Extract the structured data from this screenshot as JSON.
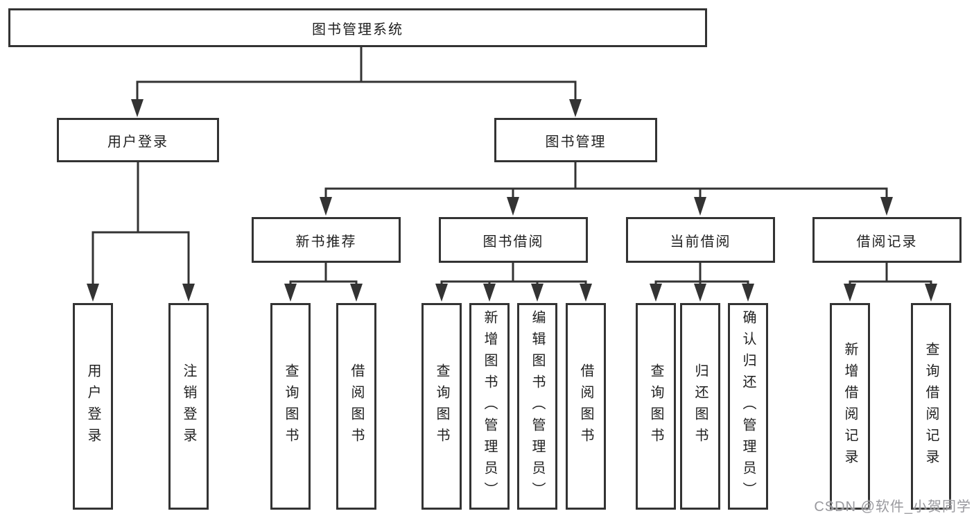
{
  "tree": {
    "root": {
      "label": "图书管理系统"
    },
    "children": [
      {
        "label": "用户登录",
        "children": [
          {
            "label": "用户登录"
          },
          {
            "label": "注销登录"
          }
        ]
      },
      {
        "label": "图书管理",
        "children": [
          {
            "label": "新书推荐",
            "children": [
              {
                "label": "查询图书"
              },
              {
                "label": "借阅图书"
              }
            ]
          },
          {
            "label": "图书借阅",
            "children": [
              {
                "label": "查询图书"
              },
              {
                "label": "新增图书（管理员）"
              },
              {
                "label": "编辑图书（管理员）"
              },
              {
                "label": "借阅图书"
              }
            ]
          },
          {
            "label": "当前借阅",
            "children": [
              {
                "label": "查询图书"
              },
              {
                "label": "归还图书"
              },
              {
                "label": "确认归还（管理员）"
              }
            ]
          },
          {
            "label": "借阅记录",
            "children": [
              {
                "label": "新增借阅记录"
              },
              {
                "label": "查询借阅记录"
              }
            ]
          }
        ]
      }
    ]
  },
  "watermark": "CSDN @软件_小贺同学",
  "colors": {
    "line": "#333333",
    "box_border": "#333333",
    "box_background": "#ffffff",
    "text": "#1f1f1f",
    "watermark": "#949499",
    "page_background": "#ffffff"
  }
}
